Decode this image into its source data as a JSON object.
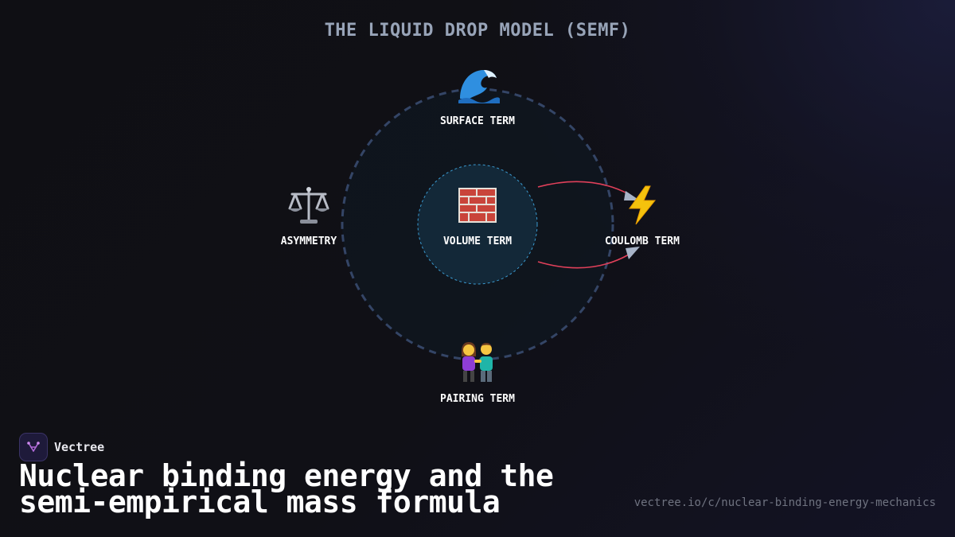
{
  "diagram": {
    "title": "THE LIQUID DROP MODEL (SEMF)",
    "nodes": {
      "surface": {
        "label": "SURFACE TERM",
        "icon": "wave-icon"
      },
      "volume": {
        "label": "VOLUME TERM",
        "icon": "brick-icon"
      },
      "asymmetry": {
        "label": "ASYMMETRY",
        "icon": "balance-scale-icon"
      },
      "coulomb": {
        "label": "COULOMB TERM",
        "icon": "lightning-icon"
      },
      "pairing": {
        "label": "PAIRING TERM",
        "icon": "couple-icon"
      }
    },
    "edges": [
      {
        "from": "volume",
        "to": "coulomb",
        "color": "#e0405a"
      },
      {
        "from": "volume",
        "to": "coulomb",
        "color": "#e0405a"
      }
    ],
    "colors": {
      "outer_ring": "#344566",
      "inner_ring": "#3a9ad0",
      "inner_fill": "#132838",
      "arrow_head": "#a8b4c8"
    }
  },
  "brand": {
    "name": "Vectree",
    "logo": "vectree-logo-icon"
  },
  "headline": {
    "line1": "Nuclear binding energy and the",
    "line2": "semi-empirical mass formula"
  },
  "url": "vectree.io/c/nuclear-binding-energy-mechanics"
}
